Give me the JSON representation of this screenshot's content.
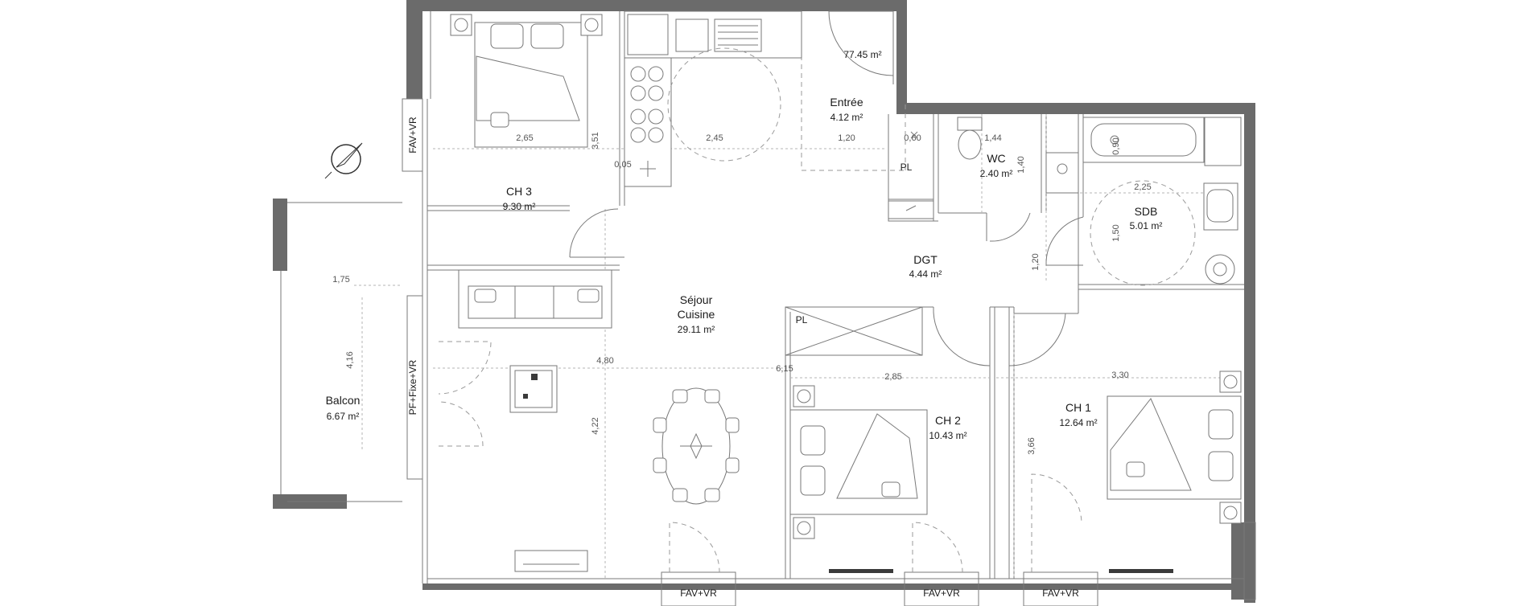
{
  "plan": {
    "total_area": "77.45 m²",
    "rooms": {
      "entree": {
        "name": "Entrée",
        "area": "4.12 m²"
      },
      "wc": {
        "name": "WC",
        "area": "2.40 m²"
      },
      "sdb": {
        "name": "SDB",
        "area": "5.01 m²"
      },
      "ch3": {
        "name": "CH 3",
        "area": "9.30 m²"
      },
      "dgt": {
        "name": "DGT",
        "area": "4.44 m²"
      },
      "sejour": {
        "name1": "Séjour",
        "name2": "Cuisine",
        "area": "29.11 m²"
      },
      "ch2": {
        "name": "CH 2",
        "area": "10.43 m²"
      },
      "ch1": {
        "name": "CH 1",
        "area": "12.64 m²"
      },
      "balcon": {
        "name": "Balcon",
        "area": "6.67 m²"
      }
    },
    "windows": {
      "ch3": "FAV+VR",
      "sejour": "PF+Fixe+VR",
      "bottom_sejour": "FAV+VR",
      "bottom_ch2": "FAV+VR",
      "bottom_ch1": "FAV+VR"
    },
    "closets": {
      "pl_entree": "PL",
      "pl_ch2": "PL"
    },
    "dimensions": {
      "ch3_width": "2,65",
      "ch3_height": "3,51",
      "kitchen_width": "2,45",
      "kitchen_small": "0,05",
      "entree_width": "1,20",
      "pl_width": "0,60",
      "wc_width": "1,44",
      "wc_height": "1,40",
      "sdb_small": "0,90",
      "sdb_width": "2,25",
      "sdb_height": "1,50",
      "dgt_height": "1,20",
      "balcon_width": "1,75",
      "balcon_height": "4,16",
      "sejour_width": "4,80",
      "sejour_mid": "6,15",
      "sejour_height": "4,22",
      "ch2_width": "2,85",
      "ch1_width": "3,30",
      "ch1_height": "3,66"
    },
    "compass_icon": "north-arrow-icon",
    "colors": {
      "wall": "#6b6b6b",
      "line": "#7a7a7a",
      "text": "#1a1a1a"
    }
  }
}
